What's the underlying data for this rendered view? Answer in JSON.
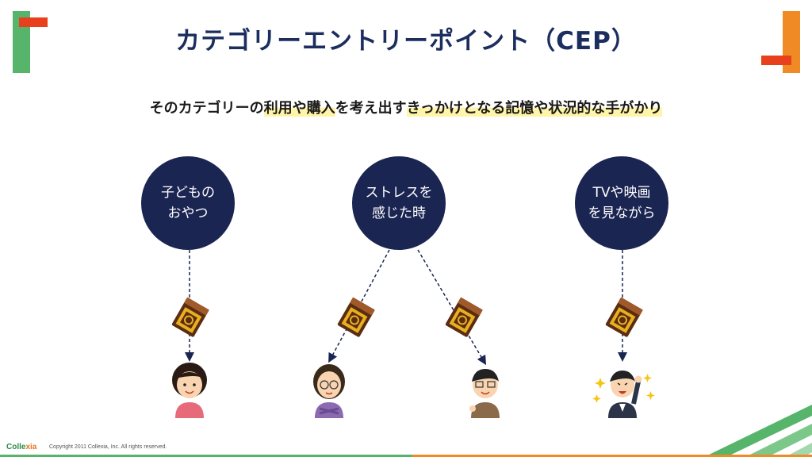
{
  "slide": {
    "title": "カテゴリーエントリーポイント（CEP）",
    "subtitle_plain": "そのカテゴリーの",
    "subtitle_hl1": "利用や購入",
    "subtitle_mid": "を考え出す",
    "subtitle_hl2": "きっかけとなる記憶や状況的な手がかり"
  },
  "circles": [
    {
      "line1": "子どもの",
      "line2": "おやつ"
    },
    {
      "line1": "ストレスを",
      "line2": "感じた時"
    },
    {
      "line1": "TVや映画",
      "line2": "を見ながら"
    }
  ],
  "icons": {
    "product": "chocolate-bar-icon",
    "people": [
      "woman-pink-icon",
      "woman-glasses-icon",
      "man-glasses-icon",
      "man-cheering-icon"
    ]
  },
  "footer": {
    "logo_main": "Colle",
    "logo_accent": "xia",
    "copyright": "Copyright 2011 Collexia, Inc. All rights reserved."
  },
  "colors": {
    "navy": "#1b2552",
    "highlight": "#fff5a8",
    "green": "#4caf62",
    "orange": "#f08a24",
    "red": "#e8401c"
  }
}
